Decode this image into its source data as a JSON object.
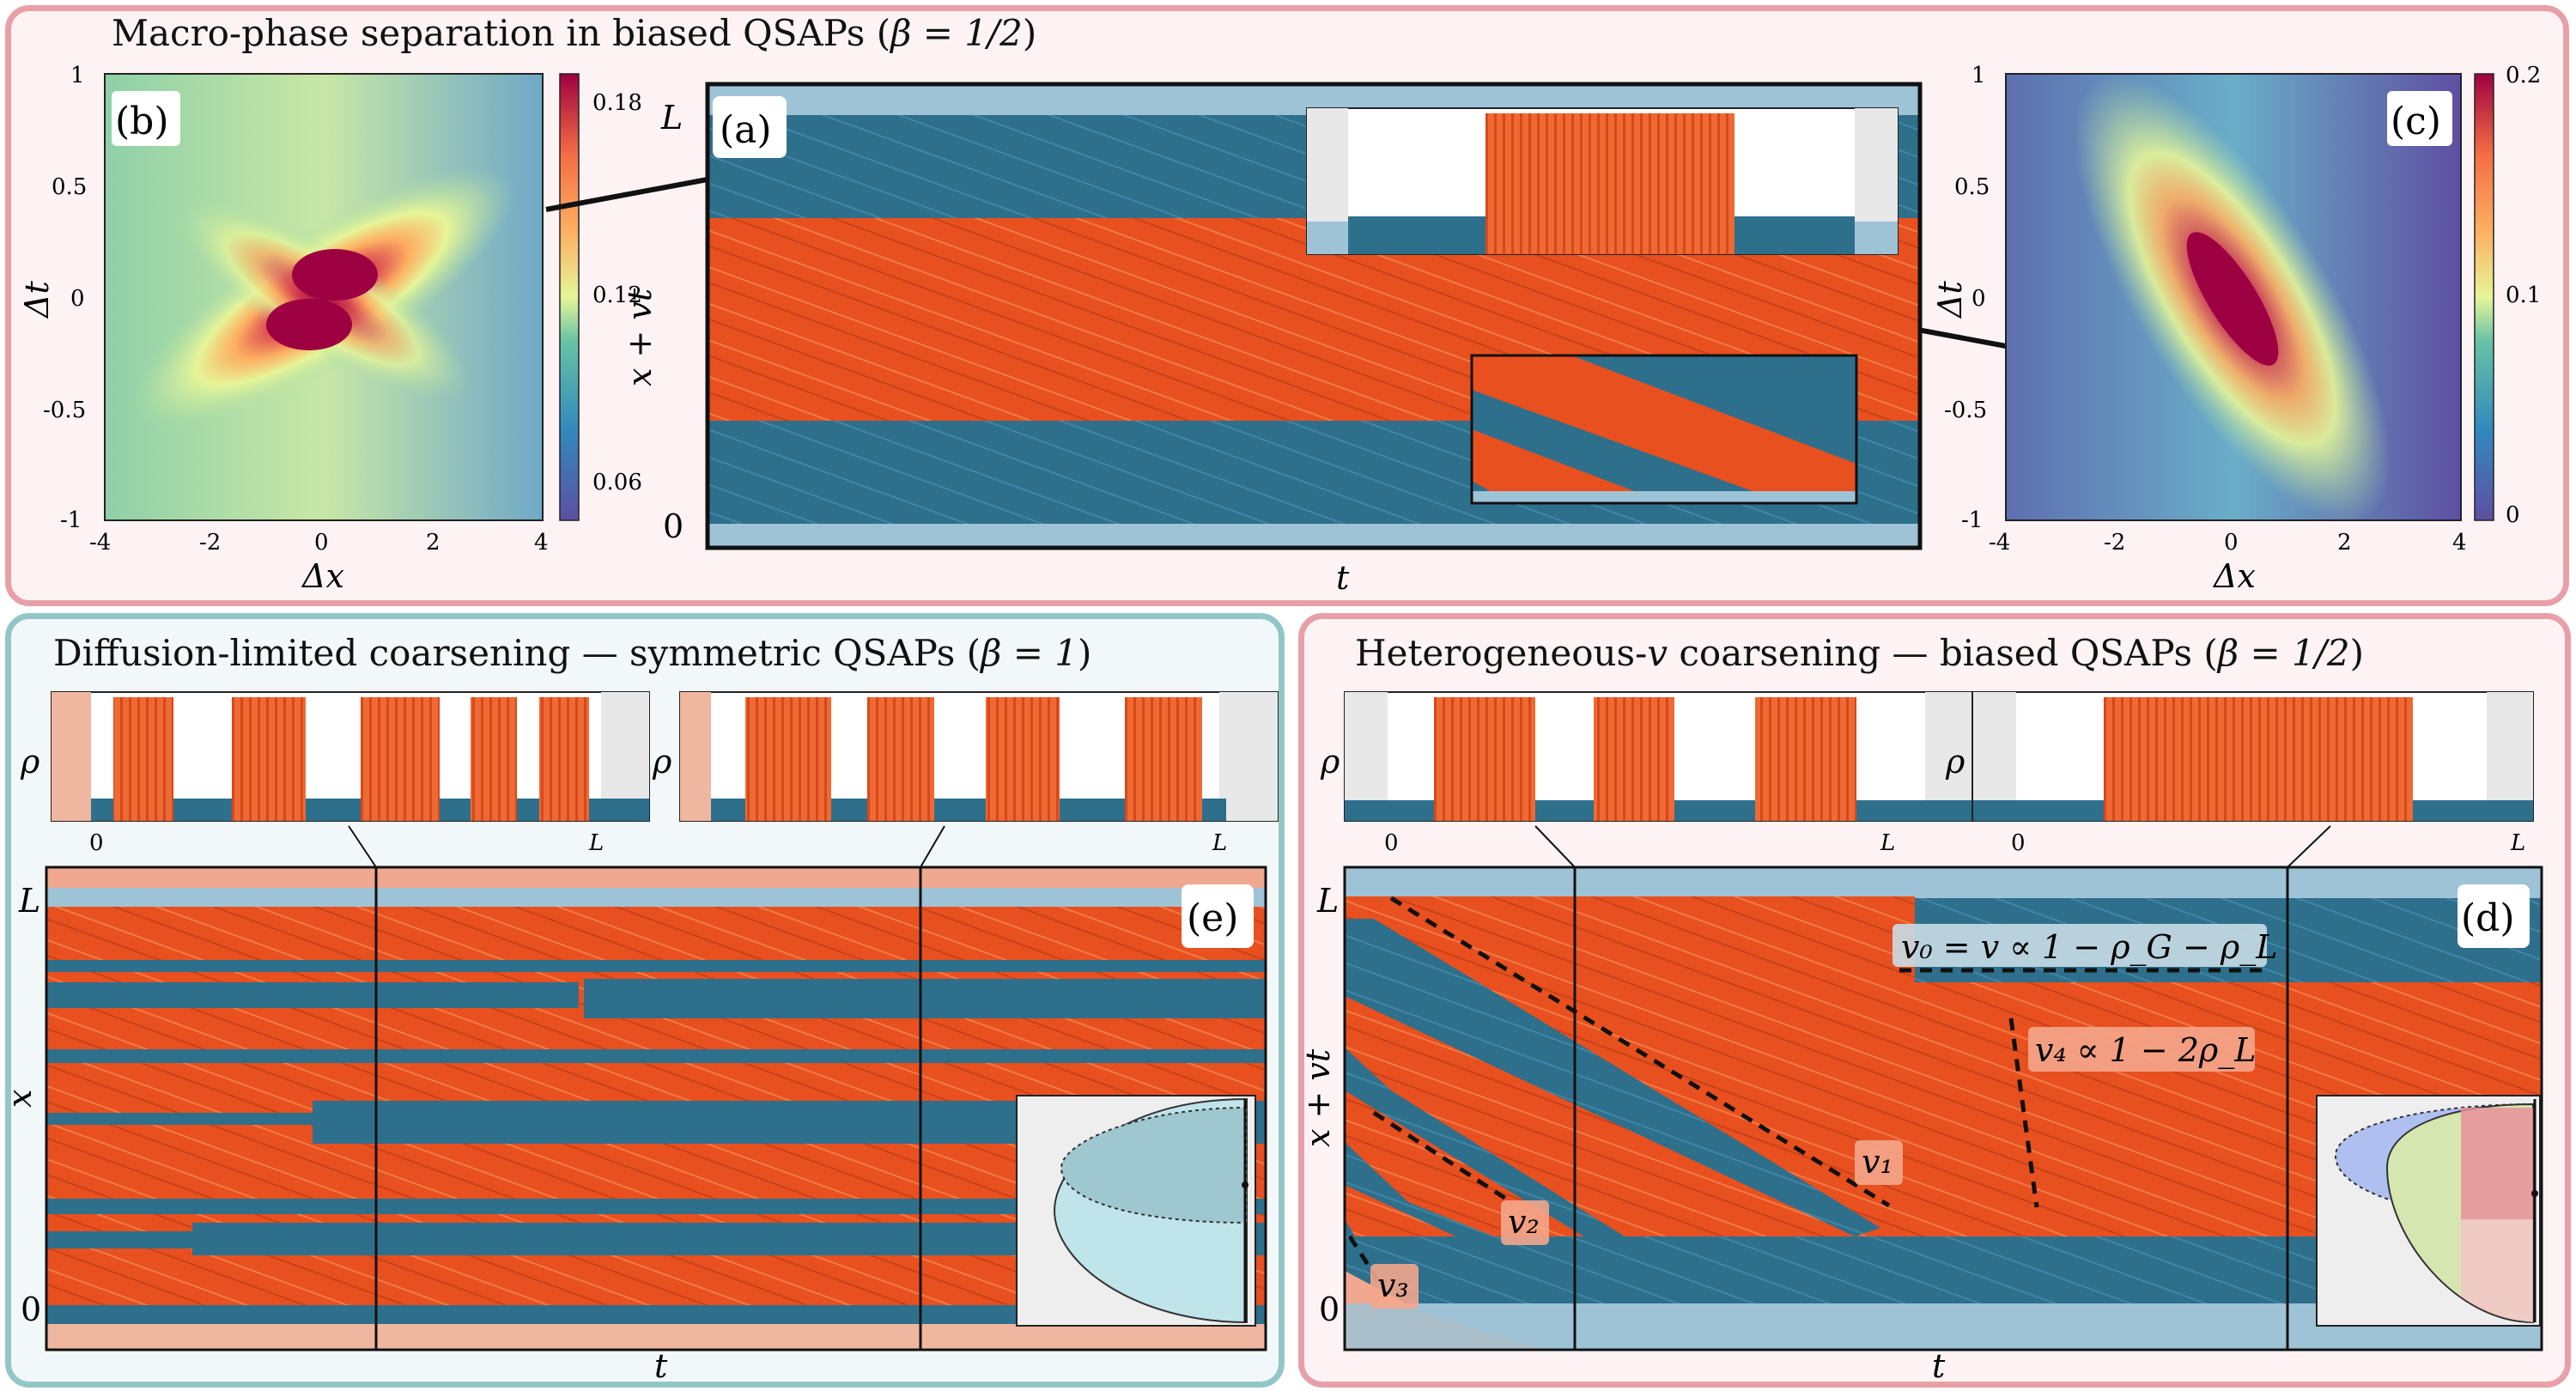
{
  "titles": {
    "top_prefix": "Macro-phase separation in biased QSAPs (",
    "top_beta": "β = 1/2",
    "top_suffix": ")",
    "left_prefix": "Diffusion-limited coarsening — symmetric QSAPs (",
    "left_beta": "β = 1",
    "left_suffix": ")",
    "right_prefix": "Heterogeneous-",
    "right_v": "v",
    "right_mid": " coarsening — biased QSAPs (",
    "right_beta": "β = 1/2",
    "right_suffix": ")"
  },
  "panels": {
    "a": "(a)",
    "b": "(b)",
    "c": "(c)",
    "d": "(d)",
    "e": "(e)"
  },
  "axes": {
    "dt": "Δt",
    "dx": "Δx",
    "t": "t",
    "x": "x",
    "x_vt": "x + vt",
    "rho": "ρ",
    "L": "L",
    "zero": "0"
  },
  "heatmap_b": {
    "xticks": [
      "-4",
      "-2",
      "0",
      "2",
      "4"
    ],
    "yticks": [
      "1",
      "0.5",
      "0",
      "-0.5",
      "-1"
    ],
    "cbar_ticks": [
      "0.18",
      "0.12",
      "0.06"
    ]
  },
  "heatmap_c": {
    "xticks": [
      "-4",
      "-2",
      "0",
      "2",
      "4"
    ],
    "yticks": [
      "1",
      "0.5",
      "0",
      "-0.5",
      "-1"
    ],
    "cbar_ticks": [
      "0.2",
      "0.1",
      "0"
    ]
  },
  "annotations": {
    "v0": "v₀ = v ∝ 1 − ρ_G − ρ_L",
    "v4": "v₄ ∝ 1 − 2ρ_L",
    "v1": "v₁",
    "v2": "v₂",
    "v3": "v₃"
  },
  "colors": {
    "dense": "#e8501f",
    "dilute": "#2e6f8c",
    "light_blue": "#9fc3d6",
    "frame_pink": "#e8a0a8",
    "frame_teal": "#93c6c8"
  }
}
